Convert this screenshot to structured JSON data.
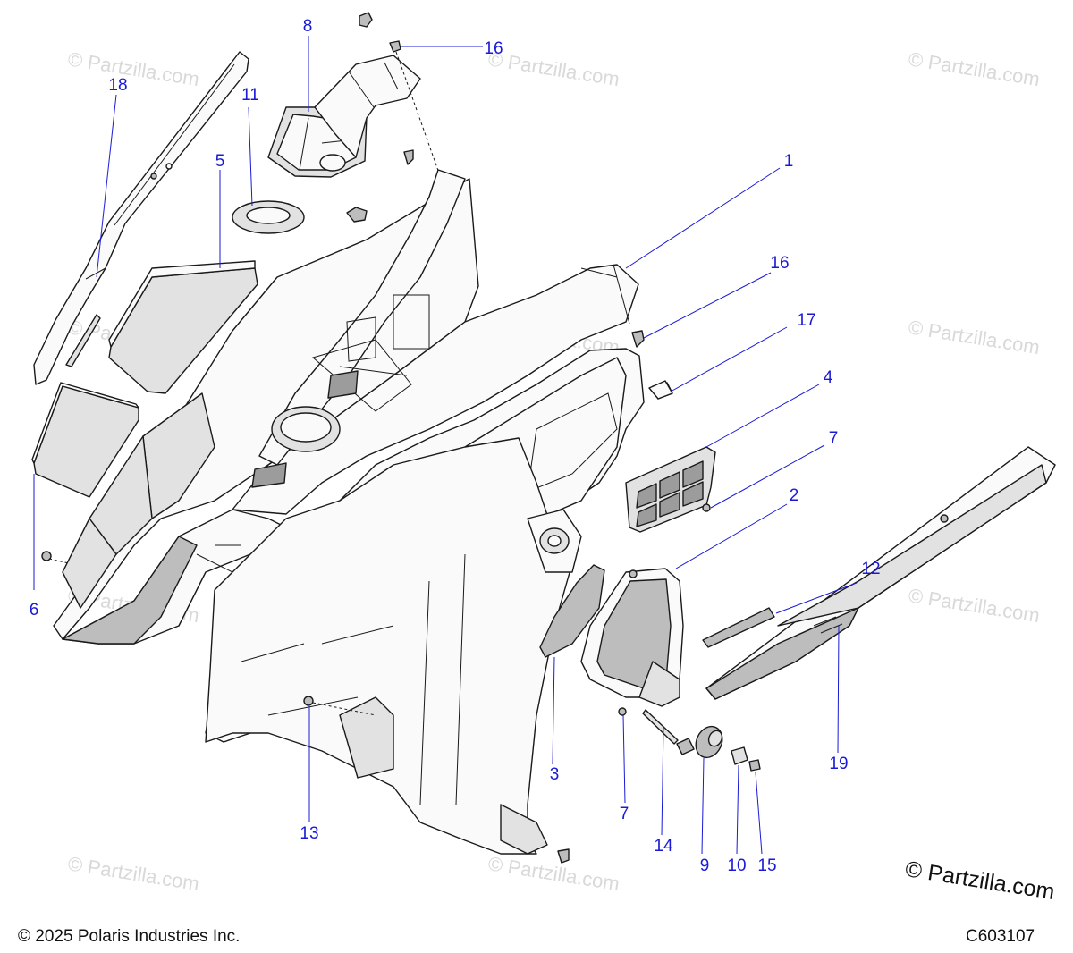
{
  "watermark_text": "© Partzilla.com",
  "brand_mark": "© Partzilla.com",
  "copyright": "© 2025 Polaris Industries Inc.",
  "diagram_code": "C603107",
  "callouts": {
    "c1": "1",
    "c2": "2",
    "c3": "3",
    "c4": "4",
    "c5": "5",
    "c6": "6",
    "c7a": "7",
    "c7b": "7",
    "c8": "8",
    "c9": "9",
    "c10": "10",
    "c11": "11",
    "c12": "12",
    "c13": "13",
    "c14": "14",
    "c15": "15",
    "c16a": "16",
    "c16b": "16",
    "c17": "17",
    "c18": "18",
    "c19": "19"
  },
  "colors": {
    "callout": "#1a1ad6",
    "line": "#1a1a1a",
    "watermark": "#d9d9d9"
  }
}
